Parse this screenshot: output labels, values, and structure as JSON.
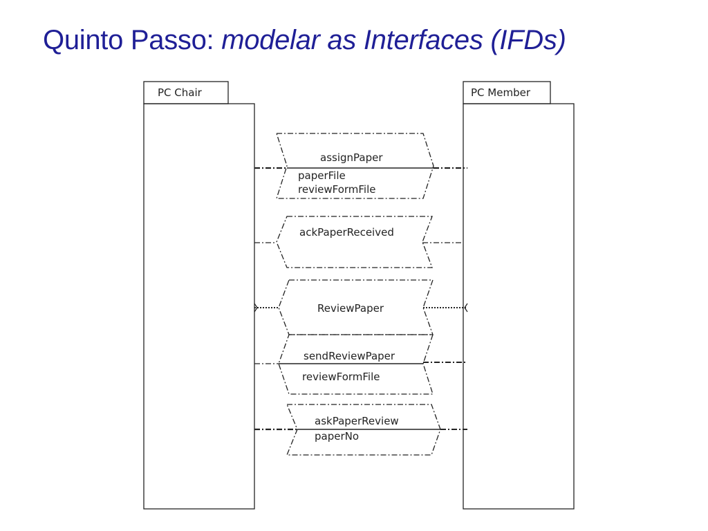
{
  "title": {
    "main": "Quinto Passo:",
    "sub": "modelar as Interfaces (IFDs)"
  },
  "actors": {
    "left": "PC Chair",
    "right": "PC Member"
  },
  "messages": [
    {
      "name": "assignPaper",
      "params": [
        "paperFile",
        "reviewFormFile"
      ]
    },
    {
      "name": "ackPaperReceived",
      "params": []
    },
    {
      "name": "ReviewPaper",
      "params": []
    },
    {
      "name": "sendReviewPaper",
      "params": [
        "reviewFormFile"
      ]
    },
    {
      "name": "askPaperReview",
      "params": [
        "paperNo"
      ]
    }
  ],
  "colors": {
    "title": "#1f1f96",
    "line": "#222222"
  }
}
